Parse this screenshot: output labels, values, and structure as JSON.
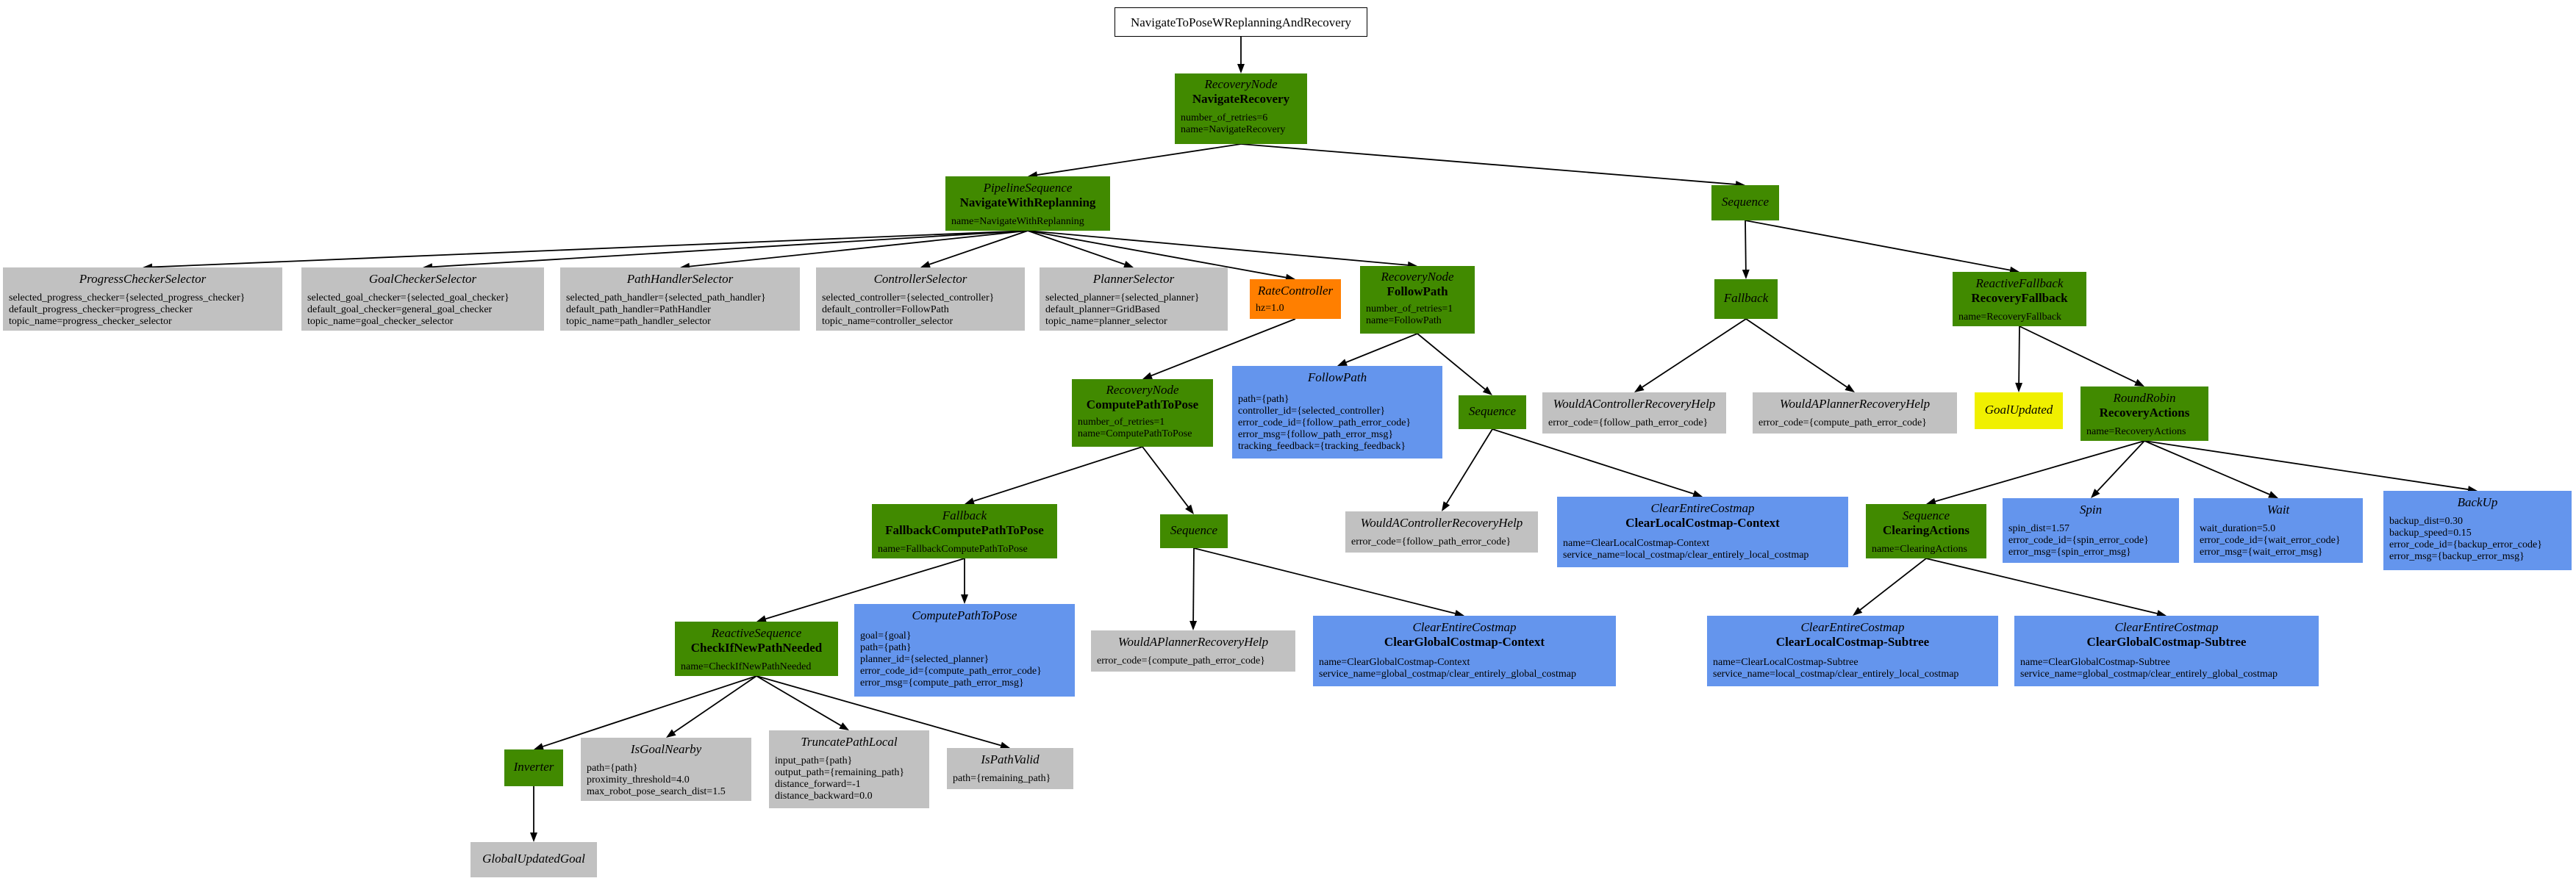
{
  "colors": {
    "control": "#418a00",
    "condition": "#c1c1c1",
    "action": "#6495ed",
    "decorator": "#ff7f00",
    "goal_updated": "#f0f000",
    "edge": "#000000"
  },
  "nodes": {
    "root": {
      "name": "NavigateToPoseWReplanningAndRecovery"
    },
    "navigate_recovery": {
      "type": "RecoveryNode",
      "name": "NavigateRecovery",
      "params": [
        "number_of_retries=6",
        "name=NavigateRecovery"
      ]
    },
    "navigate_with_replanning": {
      "type": "PipelineSequence",
      "name": "NavigateWithReplanning",
      "params": [
        "name=NavigateWithReplanning"
      ]
    },
    "progress_checker_selector": {
      "type": "ProgressCheckerSelector",
      "params": [
        "selected_progress_checker={selected_progress_checker}",
        "default_progress_checker=progress_checker",
        "topic_name=progress_checker_selector"
      ]
    },
    "goal_checker_selector": {
      "type": "GoalCheckerSelector",
      "params": [
        "selected_goal_checker={selected_goal_checker}",
        "default_goal_checker=general_goal_checker",
        "topic_name=goal_checker_selector"
      ]
    },
    "path_handler_selector": {
      "type": "PathHandlerSelector",
      "params": [
        "selected_path_handler={selected_path_handler}",
        "default_path_handler=PathHandler",
        "topic_name=path_handler_selector"
      ]
    },
    "controller_selector": {
      "type": "ControllerSelector",
      "params": [
        "selected_controller={selected_controller}",
        "default_controller=FollowPath",
        "topic_name=controller_selector"
      ]
    },
    "planner_selector": {
      "type": "PlannerSelector",
      "params": [
        "selected_planner={selected_planner}",
        "default_planner=GridBased",
        "topic_name=planner_selector"
      ]
    },
    "rate_controller": {
      "type": "RateController",
      "params": [
        "hz=1.0"
      ]
    },
    "follow_path_recovery": {
      "type": "RecoveryNode",
      "name": "FollowPath",
      "params": [
        "number_of_retries=1",
        "name=FollowPath"
      ]
    },
    "compute_path_to_pose_recovery": {
      "type": "RecoveryNode",
      "name": "ComputePathToPose",
      "params": [
        "number_of_retries=1",
        "name=ComputePathToPose"
      ]
    },
    "follow_path_action": {
      "type": "FollowPath",
      "params": [
        "path={path}",
        "controller_id={selected_controller}",
        "error_code_id={follow_path_error_code}",
        "error_msg={follow_path_error_msg}",
        "tracking_feedback={tracking_feedback}"
      ]
    },
    "follow_path_sequence": {
      "type": "Sequence"
    },
    "fallback_compute_path": {
      "type": "Fallback",
      "name": "FallbackComputePathToPose",
      "params": [
        "name=FallbackComputePathToPose"
      ]
    },
    "compute_path_sequence": {
      "type": "Sequence"
    },
    "would_controller_help_follow": {
      "type": "WouldAControllerRecoveryHelp",
      "params": [
        "error_code={follow_path_error_code}"
      ]
    },
    "clear_local_costmap_context": {
      "type": "ClearEntireCostmap",
      "name": "ClearLocalCostmap-Context",
      "params": [
        "name=ClearLocalCostmap-Context",
        "service_name=local_costmap/clear_entirely_local_costmap"
      ]
    },
    "check_if_new_path_needed": {
      "type": "ReactiveSequence",
      "name": "CheckIfNewPathNeeded",
      "params": [
        "name=CheckIfNewPathNeeded"
      ]
    },
    "compute_path_to_pose_action": {
      "type": "ComputePathToPose",
      "params": [
        "goal={goal}",
        "path={path}",
        "planner_id={selected_planner}",
        "error_code_id={compute_path_error_code}",
        "error_msg={compute_path_error_msg}"
      ]
    },
    "would_planner_help_compute": {
      "type": "WouldAPlannerRecoveryHelp",
      "params": [
        "error_code={compute_path_error_code}"
      ]
    },
    "clear_global_costmap_context": {
      "type": "ClearEntireCostmap",
      "name": "ClearGlobalCostmap-Context",
      "params": [
        "name=ClearGlobalCostmap-Context",
        "service_name=global_costmap/clear_entirely_global_costmap"
      ]
    },
    "inverter": {
      "type": "Inverter"
    },
    "is_goal_nearby": {
      "type": "IsGoalNearby",
      "params": [
        "path={path}",
        "proximity_threshold=4.0",
        "max_robot_pose_search_dist=1.5"
      ]
    },
    "truncate_path_local": {
      "type": "TruncatePathLocal",
      "params": [
        "input_path={path}",
        "output_path={remaining_path}",
        "distance_forward=-1",
        "distance_backward=0.0"
      ]
    },
    "is_path_valid": {
      "type": "IsPathValid",
      "params": [
        "path={remaining_path}"
      ]
    },
    "global_updated_goal": {
      "type": "GlobalUpdatedGoal"
    },
    "top_sequence": {
      "type": "Sequence"
    },
    "top_fallback": {
      "type": "Fallback"
    },
    "recovery_fallback": {
      "type": "ReactiveFallback",
      "name": "RecoveryFallback",
      "params": [
        "name=RecoveryFallback"
      ]
    },
    "would_controller_help_top": {
      "type": "WouldAControllerRecoveryHelp",
      "params": [
        "error_code={follow_path_error_code}"
      ]
    },
    "would_planner_help_top": {
      "type": "WouldAPlannerRecoveryHelp",
      "params": [
        "error_code={compute_path_error_code}"
      ]
    },
    "goal_updated": {
      "type": "GoalUpdated"
    },
    "recovery_actions": {
      "type": "RoundRobin",
      "name": "RecoveryActions",
      "params": [
        "name=RecoveryActions"
      ]
    },
    "clearing_actions": {
      "type": "Sequence",
      "name": "ClearingActions",
      "params": [
        "name=ClearingActions"
      ]
    },
    "spin": {
      "type": "Spin",
      "params": [
        "spin_dist=1.57",
        "error_code_id={spin_error_code}",
        "error_msg={spin_error_msg}"
      ]
    },
    "wait": {
      "type": "Wait",
      "params": [
        "wait_duration=5.0",
        "error_code_id={wait_error_code}",
        "error_msg={wait_error_msg}"
      ]
    },
    "backup": {
      "type": "BackUp",
      "params": [
        "backup_dist=0.30",
        "backup_speed=0.15",
        "error_code_id={backup_error_code}",
        "error_msg={backup_error_msg}"
      ]
    },
    "clear_local_costmap_subtree": {
      "type": "ClearEntireCostmap",
      "name": "ClearLocalCostmap-Subtree",
      "params": [
        "name=ClearLocalCostmap-Subtree",
        "service_name=local_costmap/clear_entirely_local_costmap"
      ]
    },
    "clear_global_costmap_subtree": {
      "type": "ClearEntireCostmap",
      "name": "ClearGlobalCostmap-Subtree",
      "params": [
        "name=ClearGlobalCostmap-Subtree",
        "service_name=global_costmap/clear_entirely_global_costmap"
      ]
    }
  }
}
